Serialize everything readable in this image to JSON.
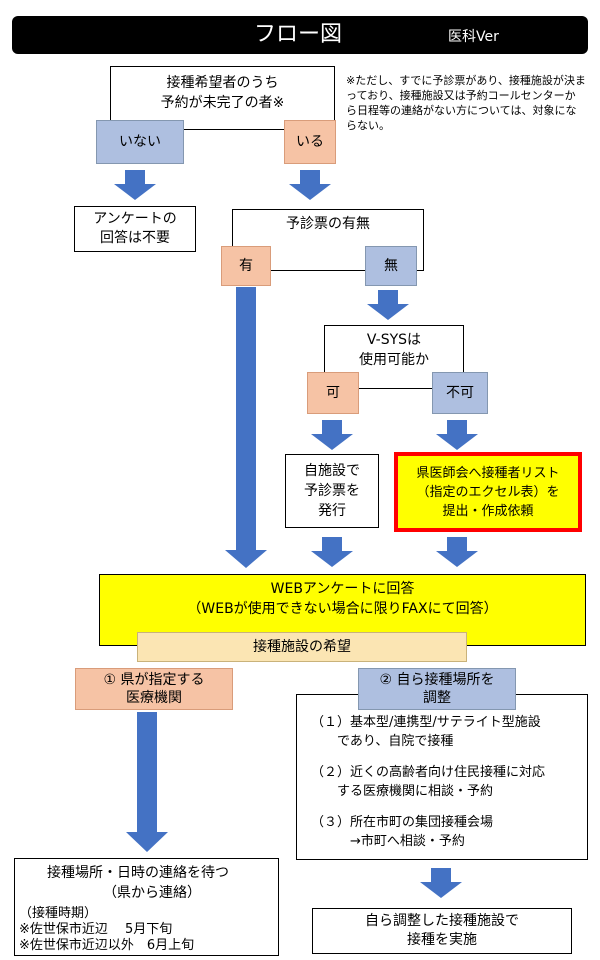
{
  "title": {
    "main": "フロー図",
    "sub": "医科Ver"
  },
  "note": "※ただし、すでに予診票があり、接種施設が決まっており、接種施設又は予約コールセンターから日程等の連絡がない方については、対象にならない。",
  "nodes": {
    "start": "接種希望者のうち\n予約が未完了の者※",
    "no": "いない",
    "yes": "いる",
    "no_result": "アンケートの\n回答は不要",
    "has_form": "予診票の有無",
    "ari": "有",
    "nashi": "無",
    "vsys": "V-SYSは\n使用可能か",
    "ka": "可",
    "fuka": "不可",
    "self_issue": "自施設で\n予診票を\n発行",
    "request": "県医師会へ接種者リスト\n（指定のエクセル表）を\n提出・作成依頼",
    "web": "WEBアンケートに回答\n（WEBが使用できない場合に限りFAXにて回答）",
    "wish": "接種施設の希望",
    "opt1": "① 県が指定する\n医療機関",
    "opt2": "② 自ら接種場所を\n調整",
    "wait_line1": "接種場所・日時の連絡を待つ",
    "wait_line2": "（県から連絡）",
    "period_label": "（接種時期）",
    "period1": "※佐世保市近辺　 5月下旬",
    "period2": "※佐世保市近辺以外　6月上旬",
    "final": "自ら調整した接種施設で\n接種を実施"
  },
  "options_list": [
    "（１）基本型/連携型/サテライト型施設\n　　であり、自院で接種",
    "（２）近くの高齢者向け住民接種に対応\n　　する医療機関に相談・予約",
    "（３）所在市町の集団接種会場\n　　　→市町へ相談・予約"
  ],
  "colors": {
    "arrow": "#4472c4",
    "blue_box": "#aebfe0",
    "orange_box": "#f6c3a5",
    "highlight": "#ffff00",
    "highlight_border": "#ff0000",
    "cream": "#fbe5b3"
  }
}
